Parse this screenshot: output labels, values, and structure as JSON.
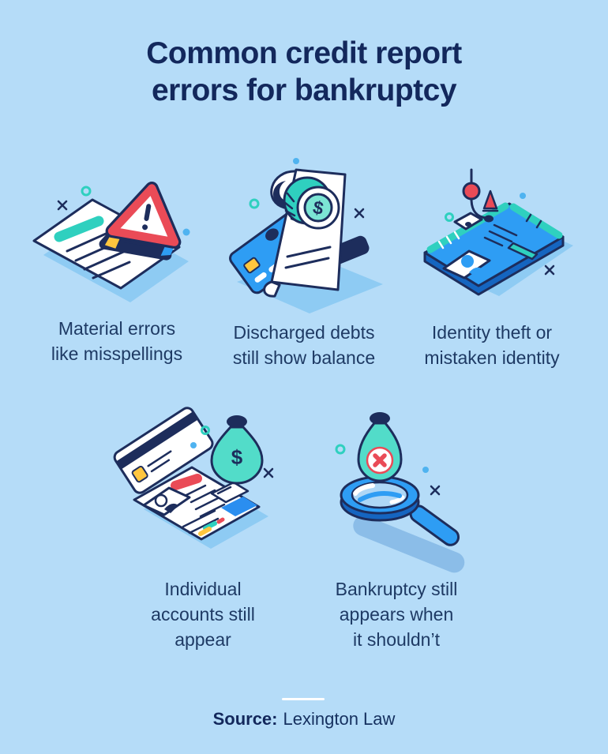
{
  "title": {
    "line1": "Common credit report",
    "line2": "errors for bankruptcy"
  },
  "items": [
    {
      "name": "material-errors",
      "icon": "document-warning-icon",
      "label_lines": [
        "Material errors",
        "like misspellings"
      ]
    },
    {
      "name": "discharged-debts",
      "icon": "receipt-coin-icon",
      "label_lines": [
        "Discharged debts",
        "still show balance"
      ]
    },
    {
      "name": "identity-theft",
      "icon": "id-card-hook-icon",
      "label_lines": [
        "Identity theft or",
        "mistaken identity"
      ]
    },
    {
      "name": "individual-accounts",
      "icon": "credit-card-report-moneybag-icon",
      "label_lines": [
        "Individual",
        "accounts still",
        "appear"
      ]
    },
    {
      "name": "bankruptcy-still-appears",
      "icon": "magnifier-error-drop-icon",
      "label_lines": [
        "Bankruptcy still",
        "appears when",
        "it shouldn’t"
      ]
    }
  ],
  "icon_symbols": {
    "coin_dollar": "$",
    "moneybag_dollar": "$"
  },
  "footer": {
    "source_label": "Source:",
    "source_value": "Lexington Law"
  },
  "colors": {
    "background": "#b5dcf8",
    "navy": "#1d2d5c",
    "title_navy": "#13285c",
    "label_navy": "#1e3a64",
    "red": "#ea4b57",
    "teal": "#2fd0bf",
    "teal_light": "#52dcc9",
    "blue": "#2e9df4",
    "blue_dark": "#1565c0",
    "yellow": "#ffc63e",
    "shadow_blue": "#8ecbf3",
    "dot_blue": "#4fb3f0",
    "white": "#ffffff"
  }
}
